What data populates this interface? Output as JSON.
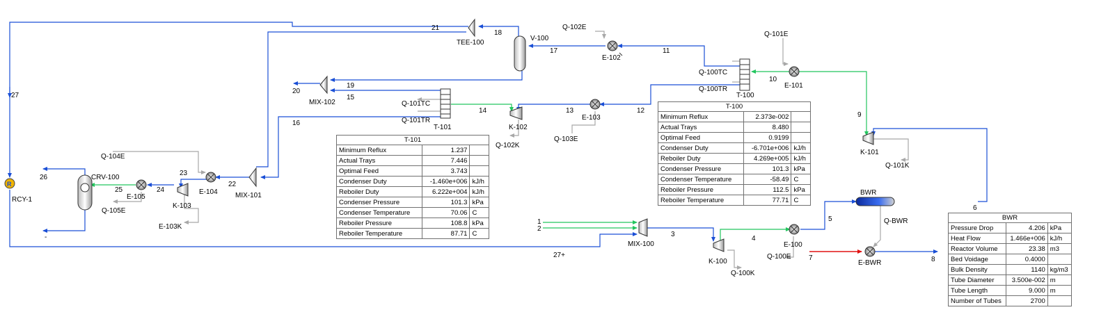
{
  "colors": {
    "material": "#1a4fd6",
    "energy": "#a8a8a8",
    "feed": "#22c55e",
    "hot": "#e01010"
  },
  "streams": {
    "s27": "27",
    "s27p": "27+",
    "s26": "26",
    "s25": "25",
    "s24": "24",
    "s23": "23",
    "s22": "22",
    "s21": "21",
    "s20": "20",
    "s19": "19",
    "s18": "18",
    "s17": "17",
    "s16": "16",
    "s15": "15",
    "s14": "14",
    "s13": "13",
    "s12": "12",
    "s11": "11",
    "s10": "10",
    "s9": "9",
    "s6": "6",
    "s5": "5",
    "s4": "4",
    "s3": "3",
    "s1": "1",
    "s2": "2",
    "s7": "7",
    "s8": "8",
    "bottoms": "-"
  },
  "energy_streams": {
    "q102e": "Q-102E",
    "q101e": "Q-101E",
    "q100tc": "Q-100TC",
    "q100tr": "Q-100TR",
    "q101tc": "Q-101TC",
    "q101tr": "Q-101TR",
    "q102k": "Q-102K",
    "q103e": "Q-103E",
    "q104e": "Q-104E",
    "q105e": "Q-105E",
    "e103k": "E-103K",
    "q101k": "Q-101K",
    "qbwr": "Q-BWR",
    "q100e": "Q-100E",
    "q100k": "Q-100K"
  },
  "units": {
    "tee100": "TEE-100",
    "v100": "V-100",
    "e102": "E-102",
    "t100": "T-100",
    "e101": "E-101",
    "mix102": "MIX-102",
    "t101": "T-101",
    "k102": "K-102",
    "e103": "E-103",
    "rcy1": "RCY-1",
    "crv100": "CRV-100",
    "e105": "E-105",
    "k103": "K-103",
    "e104": "E-104",
    "mix101": "MIX-101",
    "k101": "K-101",
    "bwr": "BWR",
    "mix100": "MIX-100",
    "e100": "E-100",
    "k100": "K-100",
    "ebwr": "E-BWR"
  },
  "t101_table": {
    "title": "T-101",
    "rows": [
      {
        "label": "Minimum Reflux",
        "value": "1.237",
        "unit": ""
      },
      {
        "label": "Actual Trays",
        "value": "7.446",
        "unit": ""
      },
      {
        "label": "Optimal Feed",
        "value": "3.743",
        "unit": ""
      },
      {
        "label": "Condenser Duty",
        "value": "-1.460e+006",
        "unit": "kJ/h"
      },
      {
        "label": "Reboiler Duty",
        "value": "6.222e+004",
        "unit": "kJ/h"
      },
      {
        "label": "Condenser Pressure",
        "value": "101.3",
        "unit": "kPa"
      },
      {
        "label": "Condenser Temperature",
        "value": "70.06",
        "unit": "C"
      },
      {
        "label": "Reboiler Pressure",
        "value": "108.8",
        "unit": "kPa"
      },
      {
        "label": "Reboiler Temperature",
        "value": "87.71",
        "unit": "C"
      }
    ]
  },
  "t100_table": {
    "title": "T-100",
    "rows": [
      {
        "label": "Minimum Reflux",
        "value": "2.373e-002",
        "unit": ""
      },
      {
        "label": "Actual Trays",
        "value": "8.480",
        "unit": ""
      },
      {
        "label": "Optimal Feed",
        "value": "0.9199",
        "unit": ""
      },
      {
        "label": "Condenser Duty",
        "value": "-6.701e+006",
        "unit": "kJ/h"
      },
      {
        "label": "Reboiler Duty",
        "value": "4.269e+005",
        "unit": "kJ/h"
      },
      {
        "label": "Condenser Pressure",
        "value": "101.3",
        "unit": "kPa"
      },
      {
        "label": "Condenser Temperature",
        "value": "-58.49",
        "unit": "C"
      },
      {
        "label": "Reboiler Pressure",
        "value": "112.5",
        "unit": "kPa"
      },
      {
        "label": "Reboiler Temperature",
        "value": "77.71",
        "unit": "C"
      }
    ]
  },
  "bwr_table": {
    "title": "BWR",
    "rows": [
      {
        "label": "Pressure Drop",
        "value": "4.206",
        "unit": "kPa"
      },
      {
        "label": "Heat Flow",
        "value": "1.466e+006",
        "unit": "kJ/h"
      },
      {
        "label": "Reactor Volume",
        "value": "23.38",
        "unit": "m3"
      },
      {
        "label": "Bed Voidage",
        "value": "0.4000",
        "unit": ""
      },
      {
        "label": "Bulk Density",
        "value": "1140",
        "unit": "kg/m3"
      },
      {
        "label": "Tube Diameter",
        "value": "3.500e-002",
        "unit": "m"
      },
      {
        "label": "Tube Length",
        "value": "9.000",
        "unit": "m"
      },
      {
        "label": "Number of Tubes",
        "value": "2700",
        "unit": ""
      }
    ]
  }
}
